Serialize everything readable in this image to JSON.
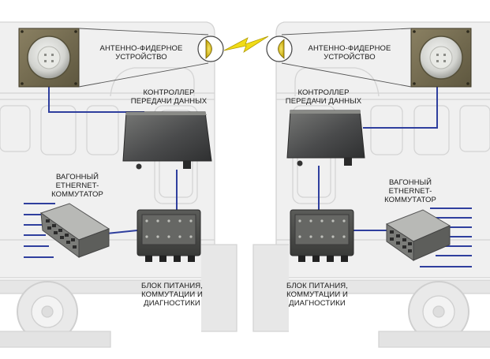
{
  "labels": {
    "antenna_left": "АНТЕННО-ФИДЕРНОЕ\nУСТРОЙСТВО",
    "antenna_right": "АНТЕННО-ФИДЕРНОЕ\nУСТРОЙСТВО",
    "controller_left": "КОНТРОЛЛЕР\nПЕРЕДАЧИ ДАННЫХ",
    "controller_right": "КОНТРОЛЛЕР\nПЕРЕДАЧИ ДАННЫХ",
    "switch_left": "ВАГОННЫЙ\nETHERNET-\nКОММУТАТОР",
    "switch_right": "ВАГОННЫЙ\nETHERNET-\nКОММУТАТОР",
    "power_left": "БЛОК ПИТАНИЯ,\nКОММУТАЦИИ И\nДИАГНОСТИКИ",
    "power_right": "БЛОК ПИТАНИЯ,\nКОММУТАЦИИ И\nДИАГНОСТИКИ"
  },
  "colors": {
    "cable": "#2f3f9e",
    "car_body": "#ececec",
    "car_outline": "#d7d7d7",
    "device_dark": "#3e3f41",
    "device_gray": "#6a6b68",
    "antenna_frame": "#7b7155",
    "lightning": "#f1dc17",
    "antenna_lens": "#f0d21e"
  },
  "icons": {
    "link": "lightning-bolt-icon",
    "antenna": "antenna-panel-icon"
  }
}
